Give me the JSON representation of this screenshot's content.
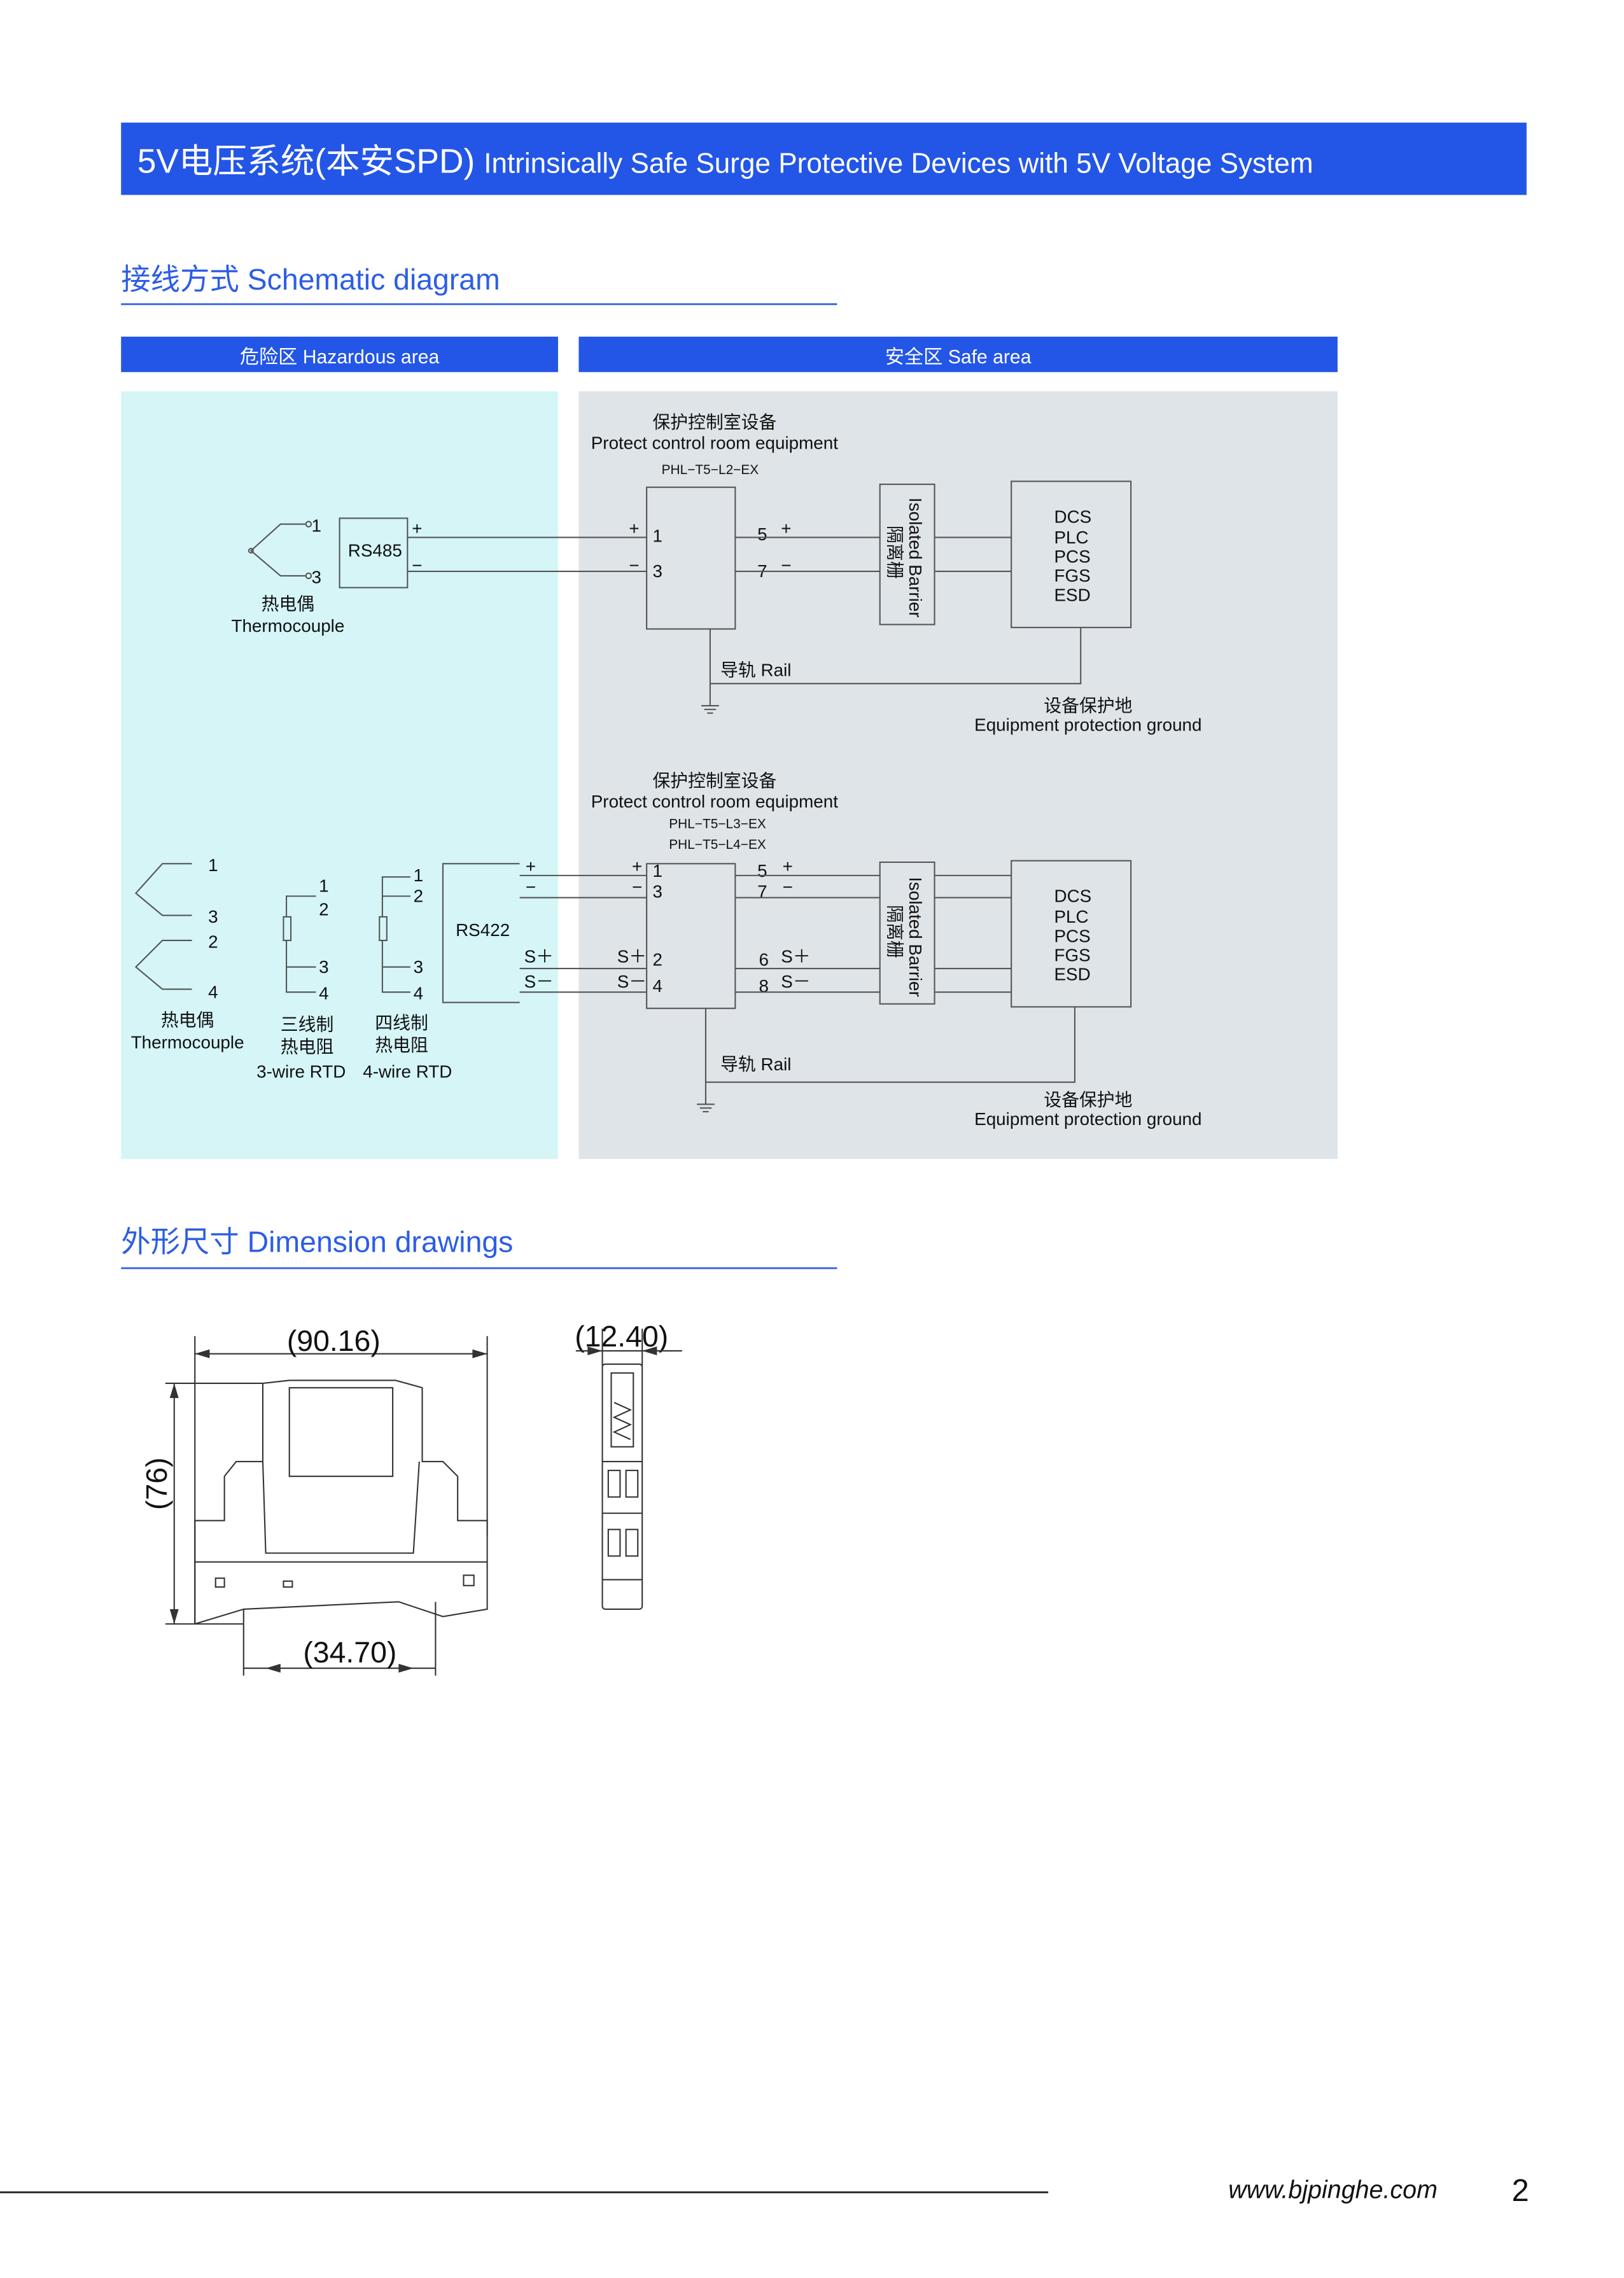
{
  "header": {
    "title_cn": "5V电压系统(本安SPD)",
    "title_en": "Intrinsically Safe Surge Protective Devices with 5V Voltage System"
  },
  "schematic": {
    "heading": "接线方式  Schematic diagram",
    "hazardous_label": "危险区 Hazardous area",
    "safe_label": "安全区 Safe area",
    "diagram1": {
      "equipment_cn": "保护控制室设备",
      "equipment_en": "Protect control room equipment",
      "model": "PHL−T5−L2−EX",
      "sensor_cn": "热电偶",
      "sensor_en": "Thermocouple",
      "converter": "RS485",
      "terminals_in": [
        "1",
        "3"
      ],
      "terminals_out": [
        "5",
        "7"
      ],
      "plus": "+",
      "minus": "−",
      "sensor_terms": [
        "1",
        "3"
      ],
      "barrier_en": "Isolated Barrier",
      "barrier_cn": "隔离栅",
      "systems": [
        "DCS",
        "PLC",
        "PCS",
        "FGS",
        "ESD"
      ],
      "rail": "导轨 Rail",
      "ground_cn": "设备保护地",
      "ground_en": "Equipment protection ground"
    },
    "diagram2": {
      "equipment_cn": "保护控制室设备",
      "equipment_en": "Protect control room equipment",
      "models": [
        "PHL−T5−L3−EX",
        "PHL−T5−L4−EX"
      ],
      "converter": "RS422",
      "signals": [
        "+",
        "−",
        "S＋",
        "S－"
      ],
      "terminals_in": [
        "1",
        "3",
        "2",
        "4"
      ],
      "terminals_out": [
        "5",
        "7",
        "6",
        "8"
      ],
      "thermocouple_terms": [
        "1",
        "3",
        "2",
        "4"
      ],
      "rtd3_terms": [
        "1",
        "2",
        "3",
        "4"
      ],
      "rtd4_terms": [
        "1",
        "2",
        "3",
        "4"
      ],
      "thermocouple_cn": "热电偶",
      "thermocouple_en": "Thermocouple",
      "rtd3_cn1": "三线制",
      "rtd3_cn2": "热电阻",
      "rtd3_en": "3-wire RTD",
      "rtd4_cn1": "四线制",
      "rtd4_cn2": "热电阻",
      "rtd4_en": "4-wire RTD",
      "barrier_en": "Isolated Barrier",
      "barrier_cn": "隔离栅",
      "systems": [
        "DCS",
        "PLC",
        "PCS",
        "FGS",
        "ESD"
      ],
      "rail": "导轨 Rail",
      "ground_cn": "设备保护地",
      "ground_en": "Equipment protection ground"
    }
  },
  "dimensions": {
    "heading": "外形尺寸  Dimension drawings",
    "width": "90.16",
    "height": "76",
    "base": "34.70",
    "thickness": "12.40"
  },
  "footer": {
    "website": "www.bjpinghe.com",
    "page": "2"
  },
  "colors": {
    "brand": "#2356e6",
    "hazard_bg": "#d5f5f7",
    "safe_bg": "#dfe4e8"
  }
}
